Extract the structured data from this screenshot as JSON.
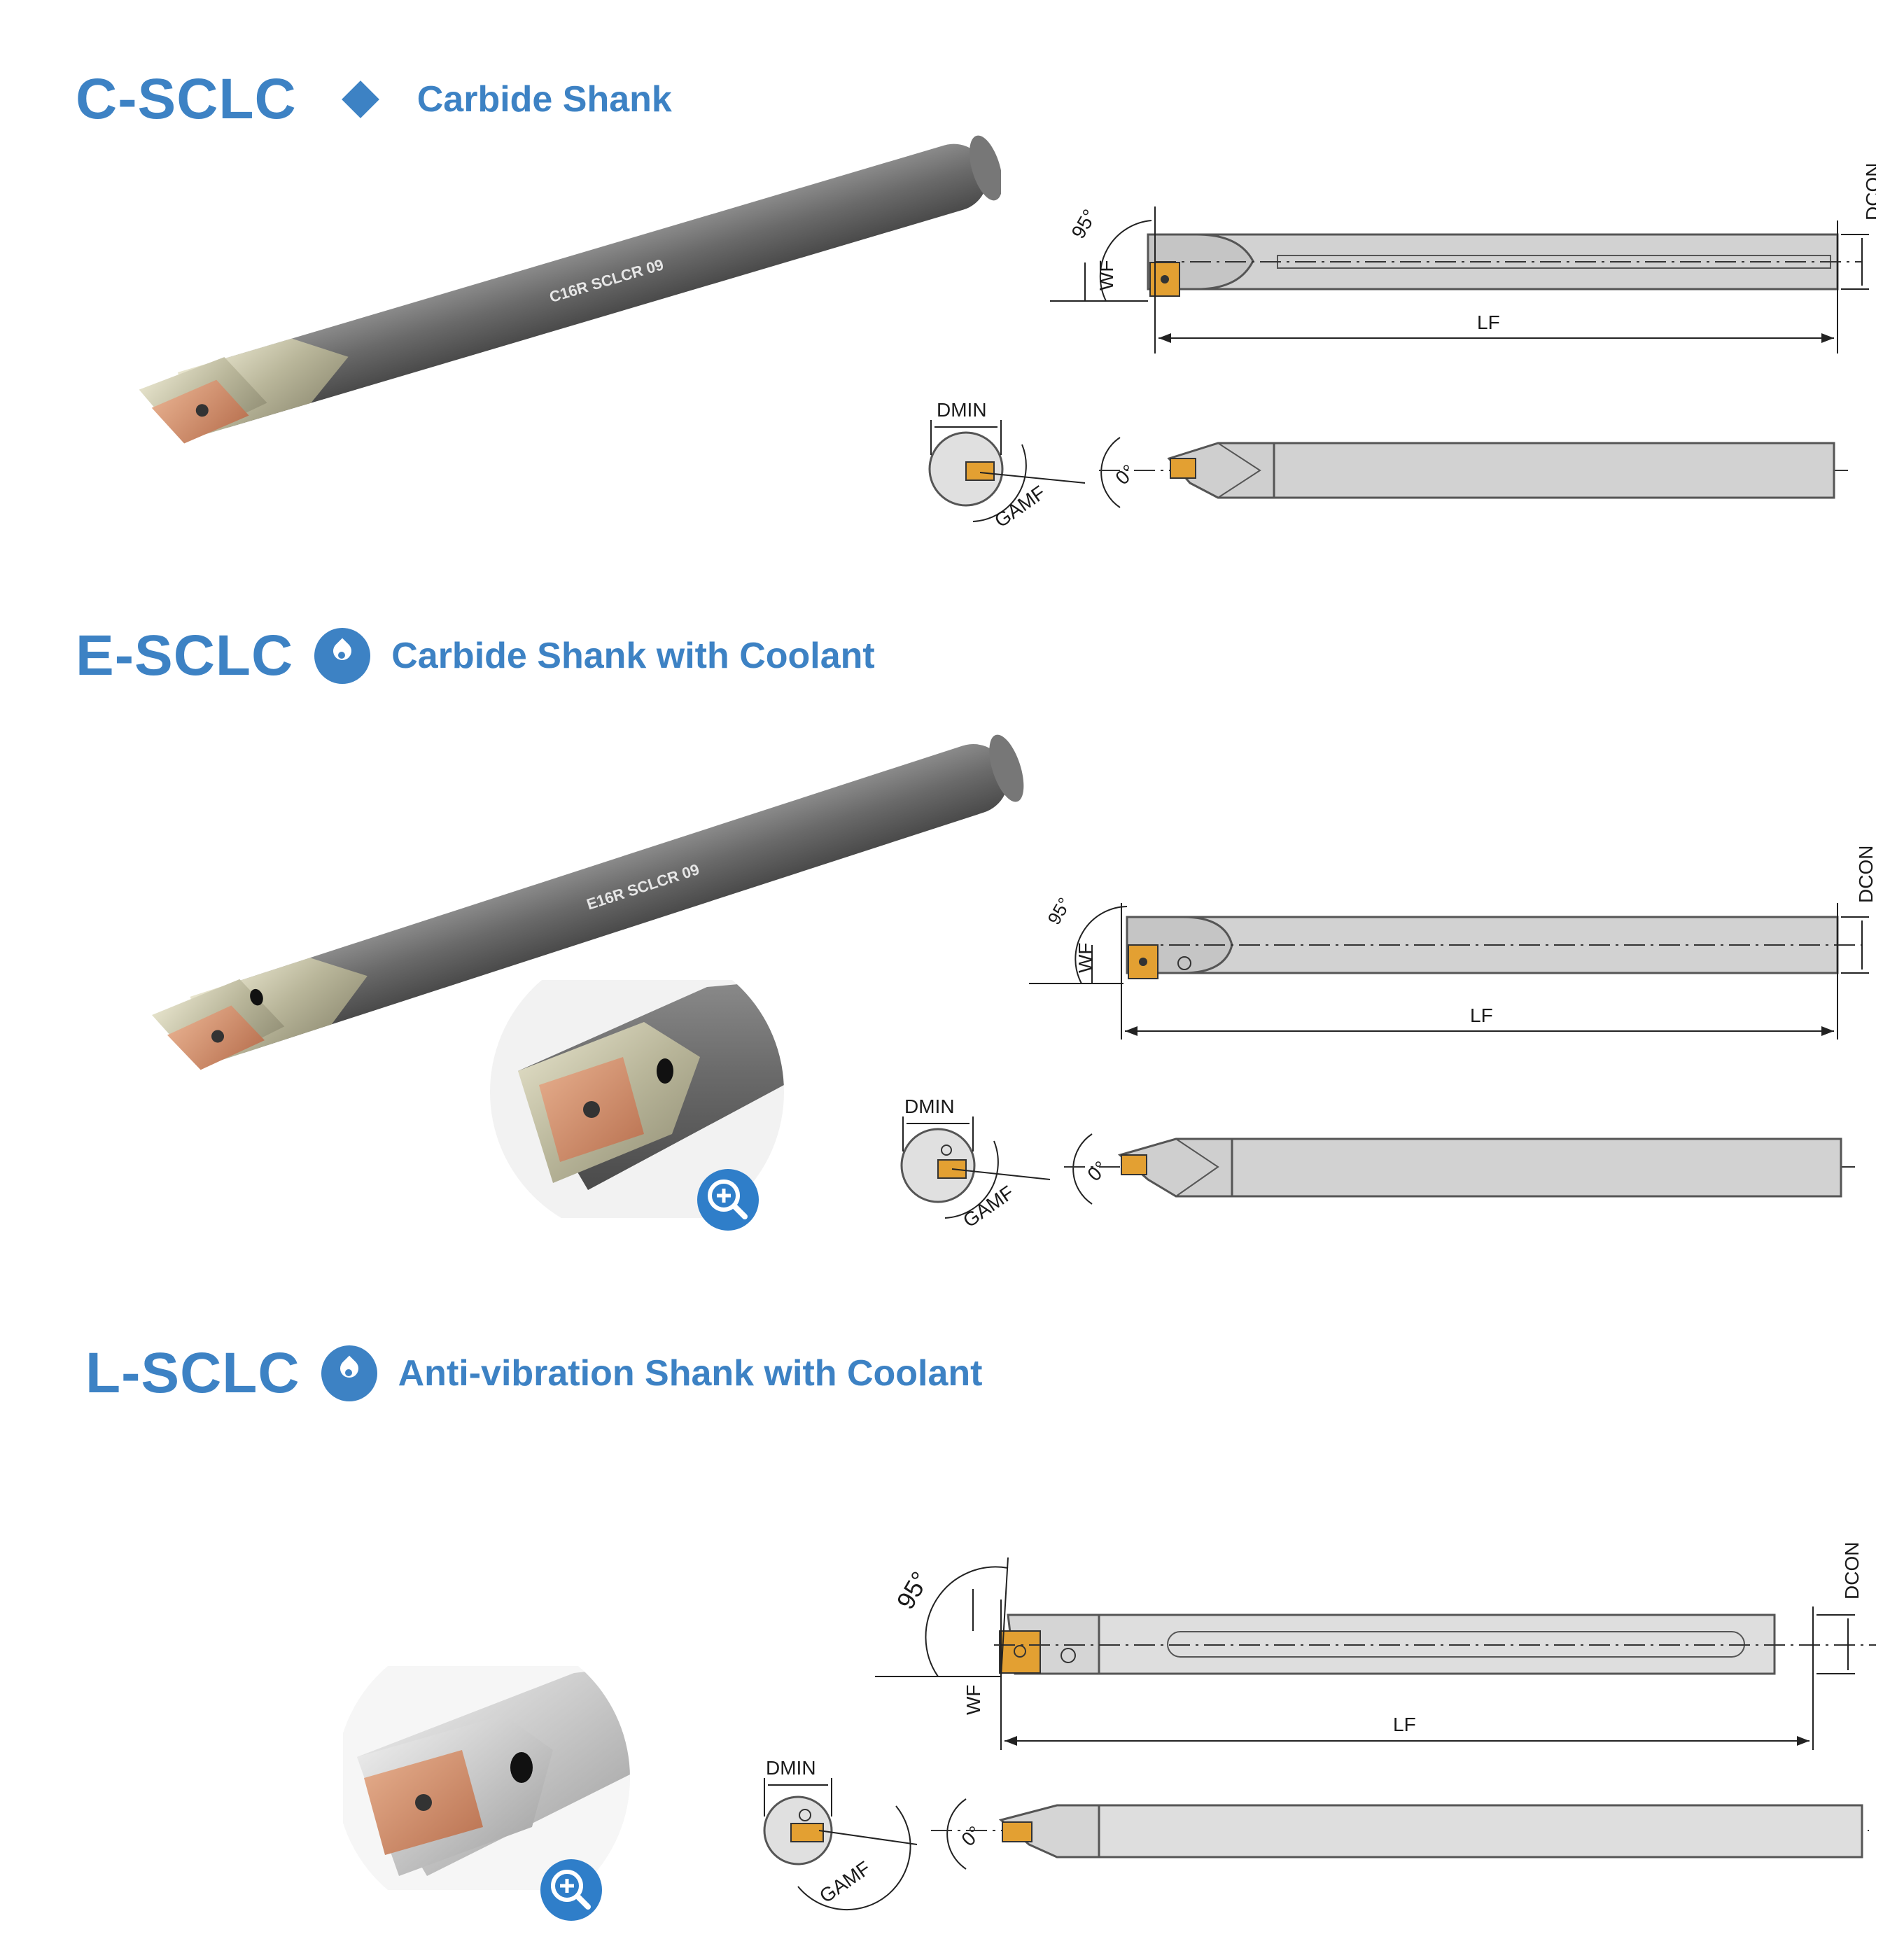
{
  "sections": [
    {
      "code": "C-SCLC",
      "subtitle": "Carbide Shank",
      "marker": "diamond-icon",
      "shank_marking": "C16R SCLCR 09"
    },
    {
      "code": "E-SCLC",
      "subtitle": "Carbide Shank with Coolant",
      "marker": "coolant-drop-icon",
      "shank_marking": "E16R SCLCR 09"
    },
    {
      "code": "L-SCLC",
      "subtitle": "Anti-vibration Shank with Coolant",
      "marker": "coolant-drop-icon"
    }
  ],
  "dimensions": {
    "dcon": "DCON",
    "wf": "WF",
    "lf": "LF",
    "dmin": "DMIN",
    "gamf": "GAMF",
    "angle_kappa": "95°",
    "angle_zero": "0°"
  },
  "colors": {
    "accent": "#3d82c4",
    "shank": "#6e6e6e",
    "insert": "#e3a032",
    "drawing_body": "#d2d2d2"
  }
}
